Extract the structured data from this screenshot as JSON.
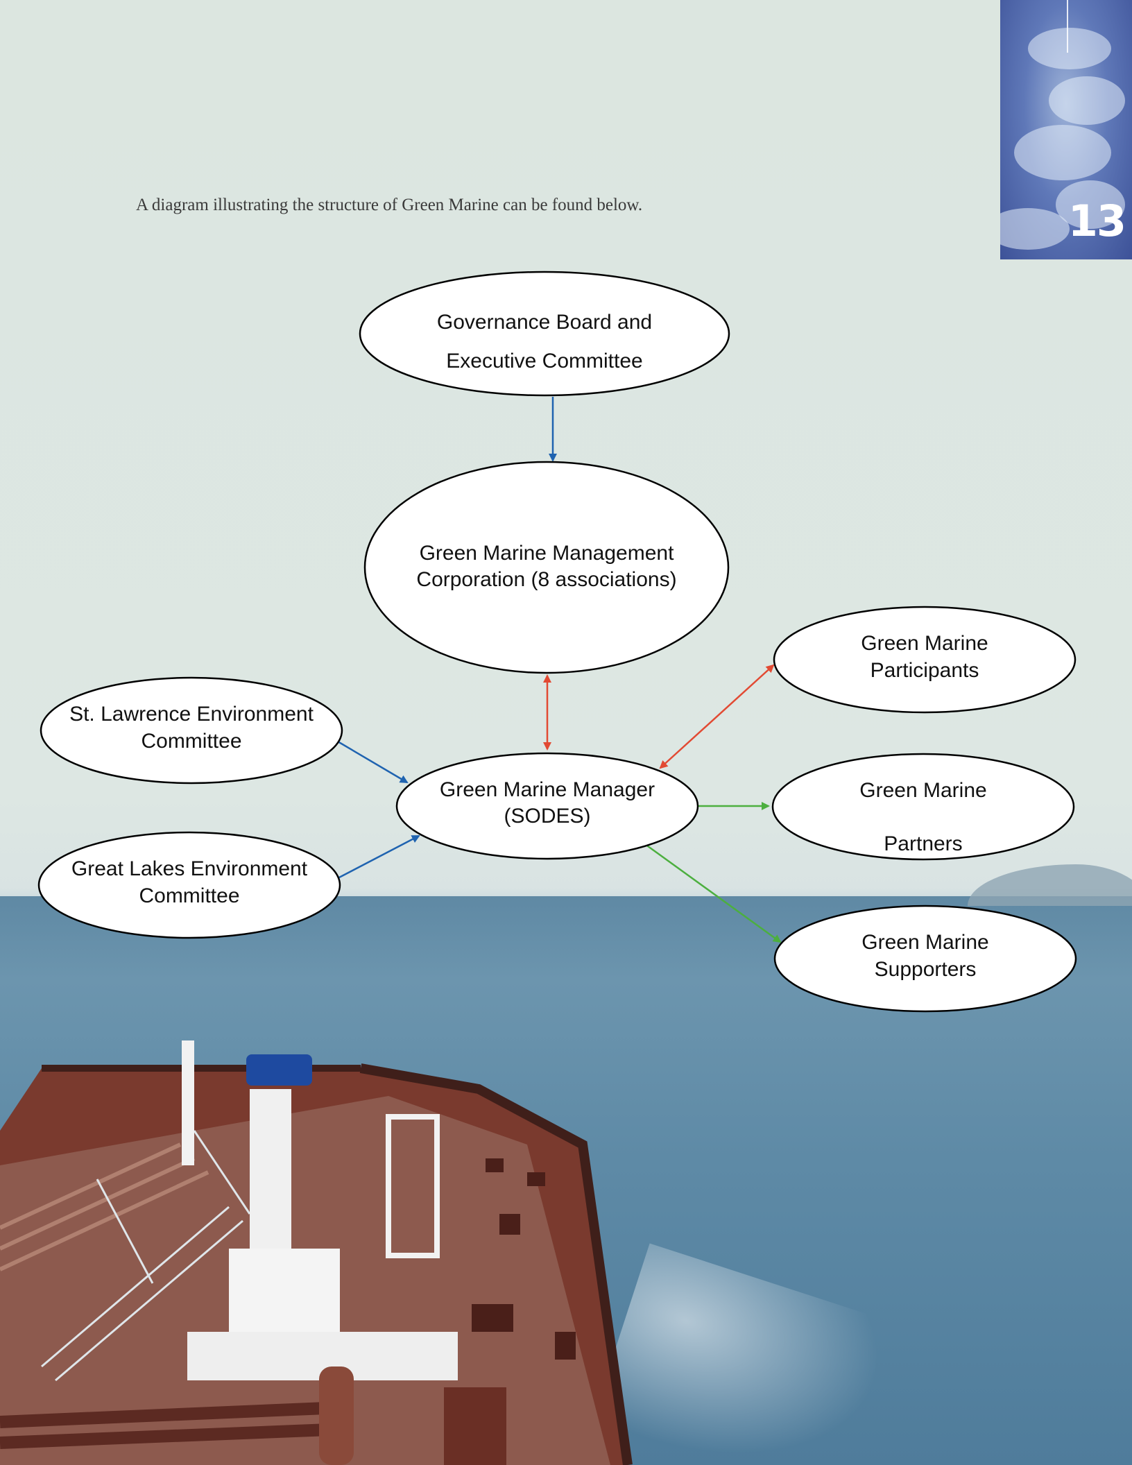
{
  "page_number": "13",
  "intro_text": "A diagram illustrating the structure of Green Marine can be found below.",
  "colors": {
    "arrow_blue": "#1f63b0",
    "arrow_red": "#e24a33",
    "arrow_green": "#4caf3f"
  },
  "nodes": {
    "governance": {
      "line1": "Governance Board and",
      "line2": "Executive Committee"
    },
    "management_corp": {
      "line1": "Green Marine Management",
      "line2": "Corporation (8 associations)"
    },
    "manager": {
      "line1": "Green Marine Manager",
      "line2": "(SODES)"
    },
    "st_lawrence": {
      "line1": "St. Lawrence Environment",
      "line2": "Committee"
    },
    "great_lakes": {
      "line1": "Great Lakes Environment",
      "line2": "Committee"
    },
    "participants": {
      "line1": "Green Marine",
      "line2": "Participants"
    },
    "partners": {
      "line1": "Green Marine",
      "line2": "Partners"
    },
    "supporters": {
      "line1": "Green Marine",
      "line2": "Supporters"
    }
  },
  "edges": [
    {
      "from": "governance",
      "to": "management_corp",
      "color": "blue",
      "direction": "one-way"
    },
    {
      "from": "management_corp",
      "to": "manager",
      "color": "red",
      "direction": "two-way"
    },
    {
      "from": "manager",
      "to": "participants",
      "color": "red",
      "direction": "two-way"
    },
    {
      "from": "st_lawrence",
      "to": "manager",
      "color": "blue",
      "direction": "one-way"
    },
    {
      "from": "great_lakes",
      "to": "manager",
      "color": "blue",
      "direction": "one-way"
    },
    {
      "from": "manager",
      "to": "partners",
      "color": "green",
      "direction": "one-way"
    },
    {
      "from": "manager",
      "to": "supporters",
      "color": "green",
      "direction": "one-way"
    }
  ]
}
